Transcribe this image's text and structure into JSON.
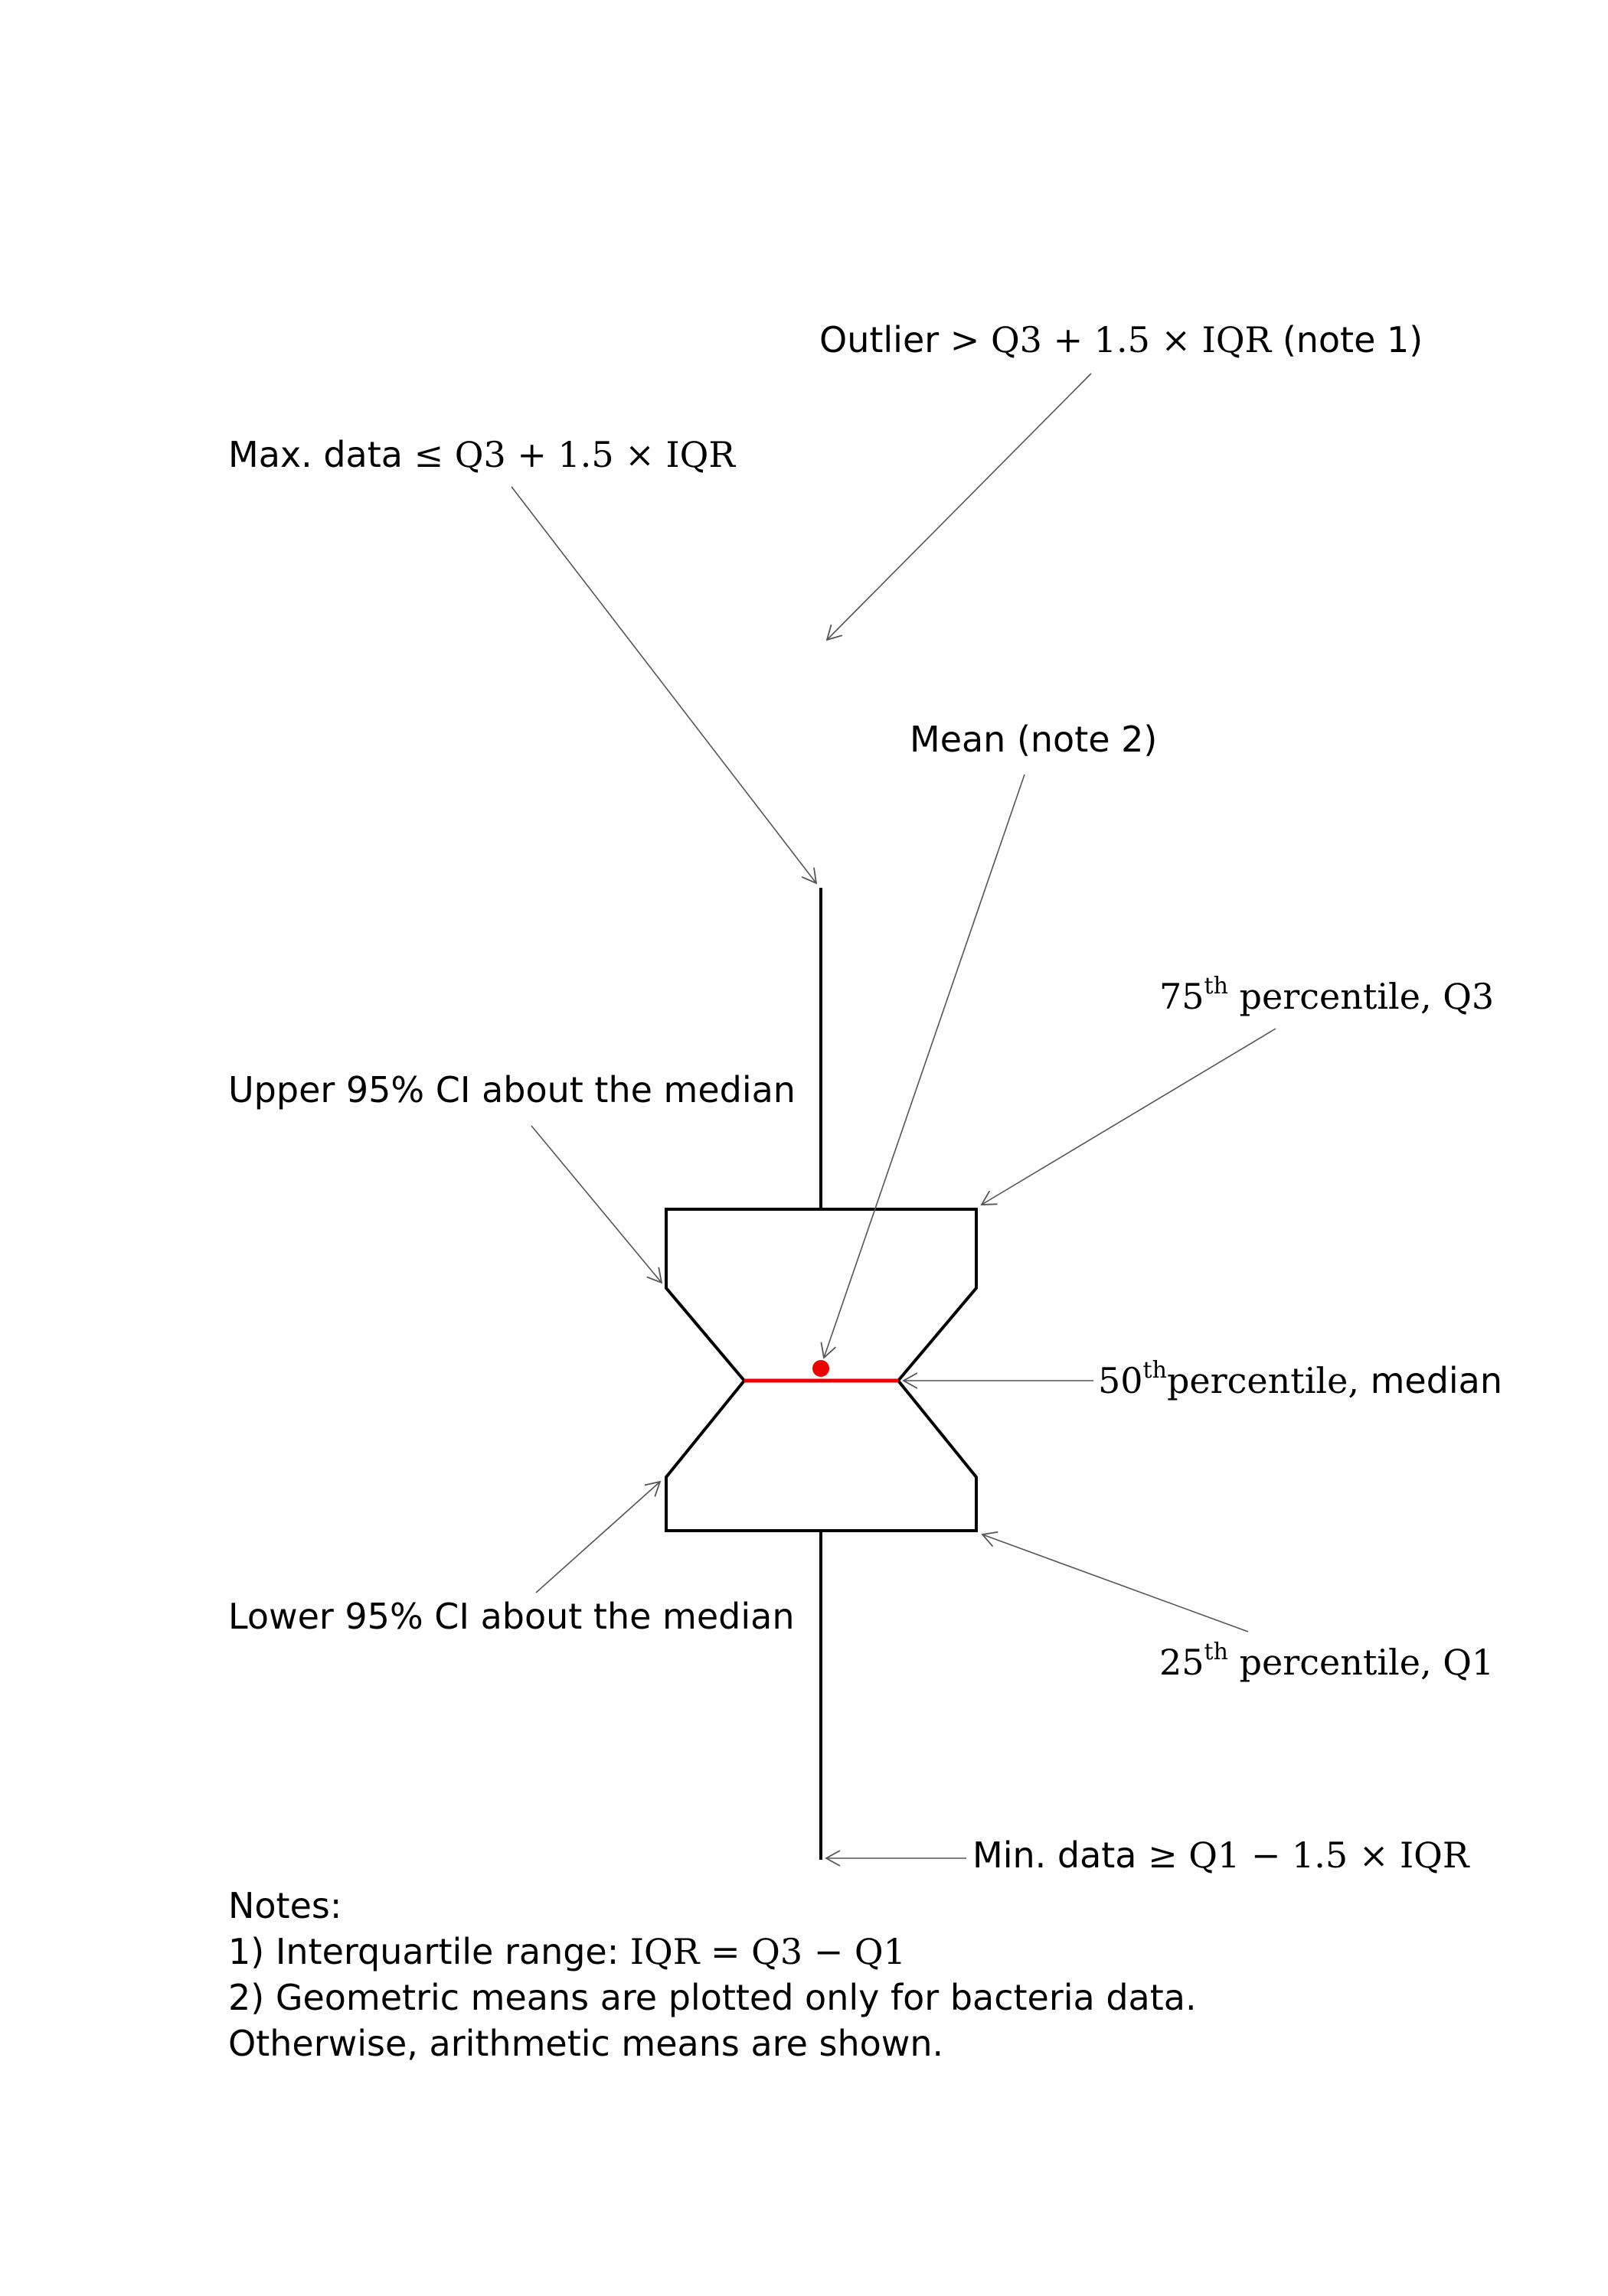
{
  "labels": {
    "outlier": {
      "text": "Outlier",
      "math": "> Q3 + 1.5 × IQR",
      "tail": " (note 1)"
    },
    "max_data": {
      "text": "Max. data",
      "math": "≤ Q3 + 1.5 × IQR"
    },
    "mean": "Mean (note 2)",
    "q3": {
      "sup": "th",
      "num": "75",
      "text": " percentile, Q3"
    },
    "upper_ci": "Upper 95% CI about the median",
    "median": {
      "num": "50",
      "sup": "th",
      "math": "percentile,",
      "tail": " median"
    },
    "lower_ci": "Lower 95% CI about the median",
    "q1": {
      "num": "25",
      "sup": "th",
      "text": " percentile, Q1"
    },
    "min_data": {
      "text": "Min. data",
      "math": "≥ Q1 − 1.5 × IQR"
    }
  },
  "notes": {
    "heading": "Notes:",
    "line1": {
      "text": "1) Interquartile range:",
      "math": " IQR = Q3 − Q1"
    },
    "line2": "2) Geometric means are plotted only for bacteria data.",
    "line3": "Otherwise, arithmetic means are shown."
  },
  "colors": {
    "median_line": "#ee0000",
    "mean_dot": "#ee0000",
    "box": "#000000",
    "arrows": "#555555"
  }
}
